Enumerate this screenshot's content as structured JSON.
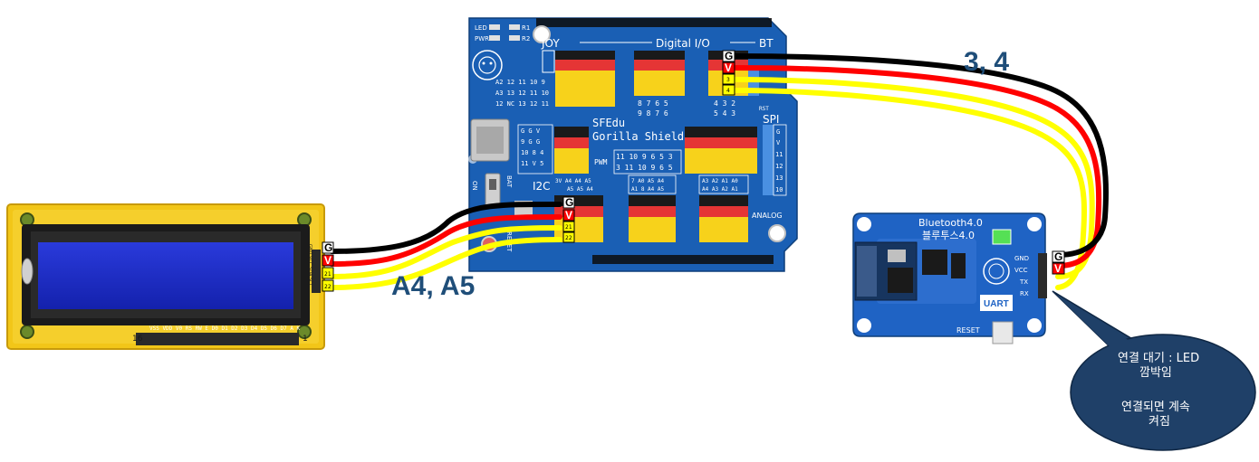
{
  "labels": {
    "lcd_pins": "A4, A5",
    "bt_pins": "3, 4"
  },
  "callout": {
    "line1": "연결 대기 : LED",
    "line2": "깜박임",
    "line3": "연결되면 계속",
    "line4": "켜짐"
  },
  "shield": {
    "title1": "SFEdu",
    "title2": "Gorilla Shield",
    "joy": "JOY",
    "digital": "Digital I/O",
    "bt": "BT",
    "spi": "SPI",
    "i2c": "I2C",
    "pwm": "PWM",
    "analog": "ANALOG",
    "led": "LED",
    "pwr": "PWR",
    "r1": "R1",
    "r2": "R2",
    "reset": "RESET",
    "on": "ON",
    "bat": "BAT",
    "joy_row1": "A2 12 11 10 9",
    "joy_row2": "A3 13 12 11 10",
    "joy_row3": "12 NC 13 12 11",
    "d1_row1": "8 7 6 5",
    "d1_row2": "9 8 7 6",
    "bt_row1": "4 3 2",
    "bt_row2": "5 4 3",
    "rst": "RST",
    "gv_rows": [
      "G G V",
      "9 G G",
      "10 8 4",
      "11 V 5"
    ],
    "pwm_row1": "11 10 9 6 5 3",
    "pwm_row2": "3 11 10 9 6 5",
    "i2c_row1": "3V A4 A4 A5",
    "i2c_row2": "A5 A5 A4",
    "mid_row1": "7 A0 A5 A4",
    "mid_row2": "A1 8 A4 A5",
    "an_row1": "A3 A2 A1 A0",
    "an_row2": "A4 A3 A2 A1",
    "spi_pins": [
      "G",
      "V",
      "11",
      "12",
      "13",
      "10"
    ]
  },
  "bt_module": {
    "title": "Bluetooth4.0",
    "subtitle": "블루투스4.0",
    "pins": [
      "GND",
      "VCC",
      "TX",
      "RX"
    ],
    "uart": "UART",
    "reset": "RESET"
  },
  "lcd": {
    "pin_header": "VSS VDD V0 RS RW E D0 D1 D2 D3 D4 D5 D6 D7 A K",
    "pin16": "16",
    "pin1": "1",
    "side": "GND VCC SDA SCL"
  },
  "tags": {
    "g": "G",
    "v": "V",
    "a4": "21",
    "a5": "22",
    "d3": "3",
    "d4": "4"
  },
  "colors": {
    "wire_black": "#000000",
    "wire_red": "#ff0000",
    "wire_yellow": "#ffff00",
    "pcb_blue": "#1a5fb4",
    "callout_fill": "#1f4068",
    "label_color": "#1f4e79"
  }
}
